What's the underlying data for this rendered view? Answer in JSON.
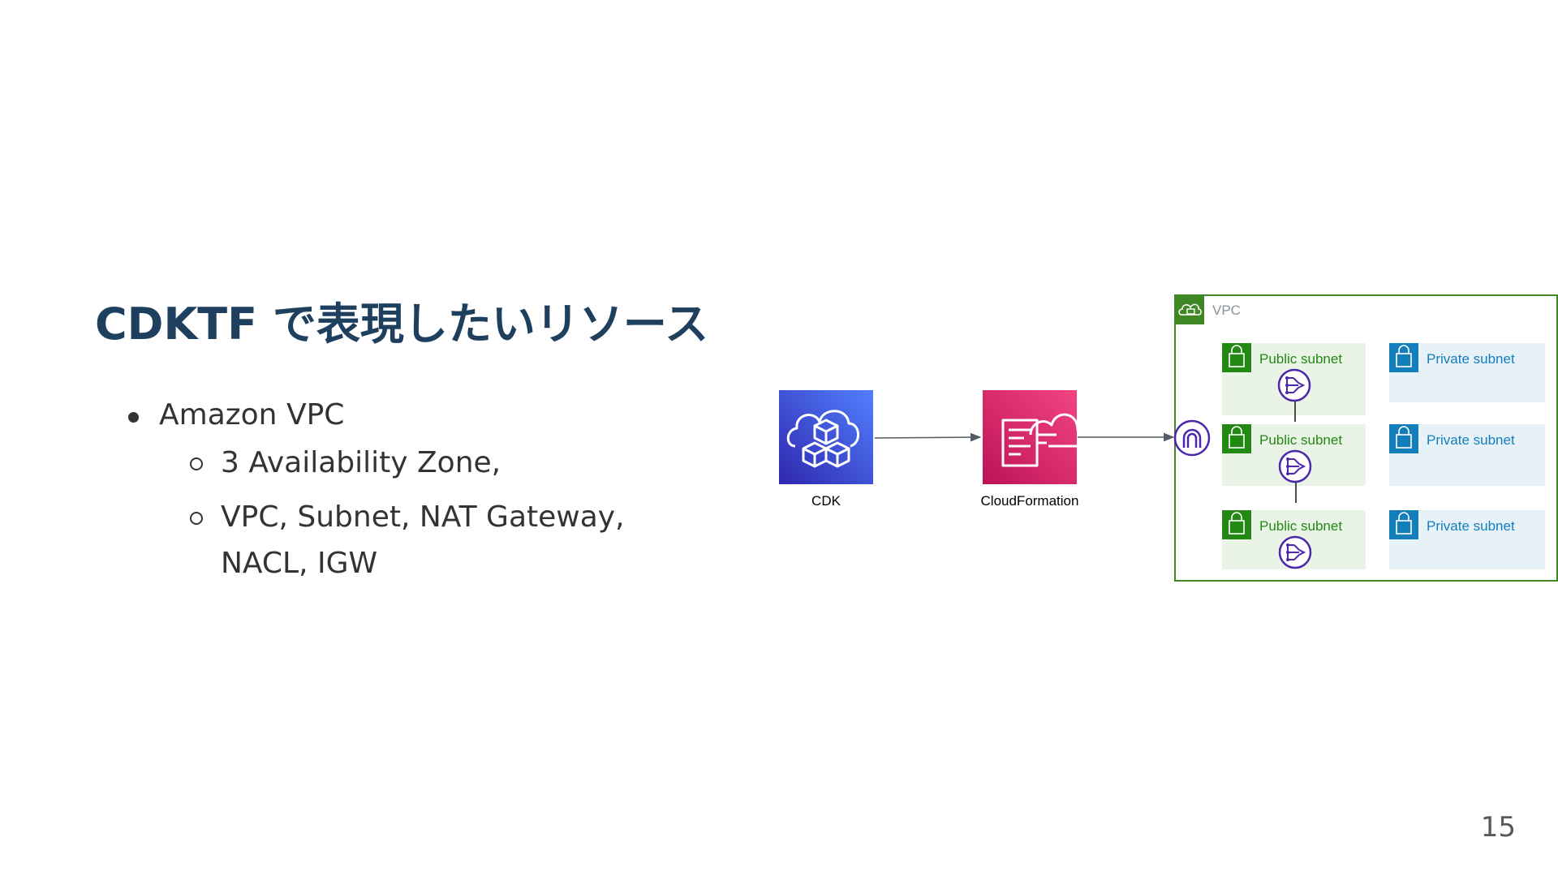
{
  "slide": {
    "title": "CDKTF で表現したいリソース",
    "page_number": "15"
  },
  "bullets": [
    {
      "text": "Amazon VPC",
      "children": [
        "3 Availability Zone,",
        "VPC, Subnet, NAT Gateway, NACL, IGW"
      ]
    }
  ],
  "diagram": {
    "nodes": {
      "cdk": {
        "label": "CDK",
        "icon": "cdk-icon",
        "color": "#3b48cc"
      },
      "cloudformation": {
        "label": "CloudFormation",
        "icon": "cloudformation-icon",
        "color": "#e7157b"
      }
    },
    "vpc": {
      "label": "VPC",
      "border_color": "#3f8624",
      "icon": "vpc-cloud-lock-icon"
    },
    "igw": {
      "icon": "internet-gateway-icon",
      "color": "#4d27aa"
    },
    "rows": [
      {
        "public": "Public subnet",
        "private": "Private subnet"
      },
      {
        "public": "Public subnet",
        "private": "Private subnet"
      },
      {
        "public": "Public subnet",
        "private": "Private subnet"
      }
    ],
    "colors": {
      "public_fill": "#e9f3e6",
      "public_accent": "#248814",
      "private_fill": "#e6f2f8",
      "private_accent": "#147eba",
      "nat": "#4d27aa",
      "arrow": "#545b64"
    }
  }
}
